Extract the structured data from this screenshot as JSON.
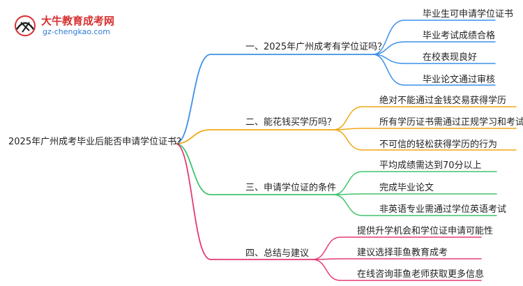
{
  "logo": {
    "title": "大牛教育成考网",
    "url": "gz-chengkao.com"
  },
  "colors": {
    "branch1": "#3d8fe8",
    "branch2": "#f0a716",
    "branch3": "#3fc46b",
    "branch4": "#e53a75",
    "root_line": "#6b4fa6"
  },
  "root": "2025年广州成考毕业后能否申请学位证书？",
  "branches": [
    {
      "title": "一、2025年广州成考有学位证吗？",
      "children": [
        "毕业生可申请学位证书",
        "毕业考试成绩合格",
        "在校表现良好",
        "毕业论文通过审核"
      ]
    },
    {
      "title": "二、能花钱买学历吗？",
      "children": [
        "绝对不能通过金钱交易获得学历",
        "所有学历证书需通过正规学习和考试",
        "不可信的轻松获得学历的行为"
      ]
    },
    {
      "title": "三、申请学位证的条件",
      "children": [
        "平均成绩需达到70分以上",
        "完成毕业论文",
        "非英语专业需通过学位英语考试"
      ]
    },
    {
      "title": "四、总结与建议",
      "children": [
        "提供升学机会和学位证申请可能性",
        "建议选择菲鱼教育成考",
        "在线咨询菲鱼老师获取更多信息"
      ]
    }
  ]
}
